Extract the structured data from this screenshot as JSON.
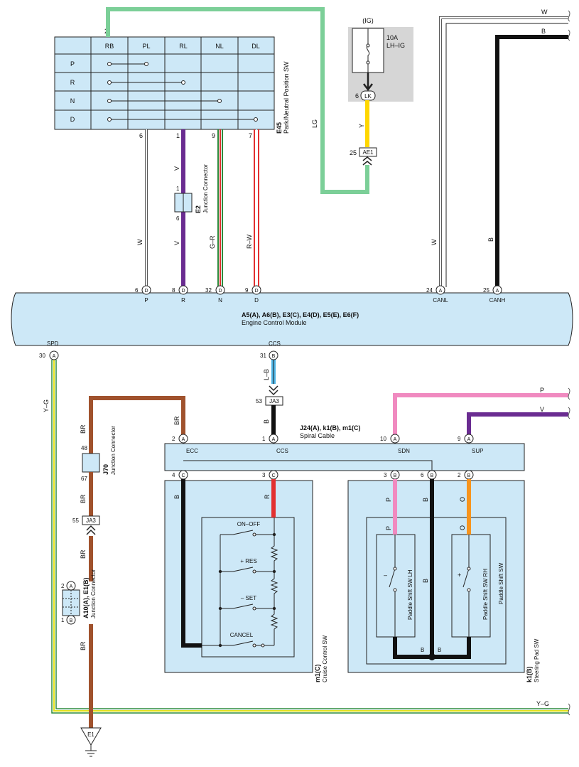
{
  "switch_table": {
    "pin": "2",
    "columns": [
      "RB",
      "PL",
      "RL",
      "NL",
      "DL"
    ],
    "rows": [
      "P",
      "R",
      "N",
      "D"
    ],
    "code": "E45",
    "name": "Park/Neutral Position SW",
    "pins": [
      {
        "pin": "6",
        "wire": "W",
        "color": "#ffffff"
      },
      {
        "pin": "1",
        "wire": "V",
        "color": "#6a2c91"
      },
      {
        "pin": "9",
        "wire": "G–R",
        "color": "#2e8b3c"
      },
      {
        "pin": "7",
        "wire": "R–W",
        "color": "#e23030"
      }
    ]
  },
  "lg_wire": "LG",
  "fuse": {
    "circuit": "(IG)",
    "rating": "10A",
    "name": "LH–IG",
    "pin": "6",
    "connector": "LK",
    "wire": "Y",
    "conn_pin": "25",
    "conn_name": "AE1"
  },
  "junction_e2": {
    "code": "E2",
    "name": "Junction Connector",
    "pin_top": "1",
    "pin_bottom": "6",
    "wire_top": "V",
    "wire_bottom": "V"
  },
  "can": {
    "w_label": "W",
    "b_label": "B",
    "canl_wire": "W",
    "canh_wire": "B"
  },
  "ecm": {
    "codes": "A5(A), A6(B), E3(C), E4(D), E5(E), E6(F)",
    "name": "Engine Control Module",
    "top_terminals": [
      {
        "pin": "6",
        "conn": "D",
        "label": "P"
      },
      {
        "pin": "8",
        "conn": "D",
        "label": "R"
      },
      {
        "pin": "32",
        "conn": "D",
        "label": "N"
      },
      {
        "pin": "9",
        "conn": "D",
        "label": "D"
      },
      {
        "pin": "24",
        "conn": "A",
        "label": "CANL"
      },
      {
        "pin": "25",
        "conn": "A",
        "label": "CANH"
      }
    ],
    "spd": {
      "pin": "30",
      "conn": "A",
      "label": "SPD"
    },
    "ccs": {
      "pin": "31",
      "conn": "B",
      "label": "CCS"
    }
  },
  "ccs_wire": {
    "wire_top": "L–B",
    "pin": "53",
    "conn": "JA3",
    "wire_bottom": "B"
  },
  "spiral": {
    "codes": "J24(A), k1(B), m1(C)",
    "name": "Spiral Cable",
    "top": [
      {
        "pin": "2",
        "conn": "A",
        "label": "ECC"
      },
      {
        "pin": "1",
        "conn": "A",
        "label": "CCS"
      },
      {
        "pin": "10",
        "conn": "A",
        "label": "SDN"
      },
      {
        "pin": "9",
        "conn": "A",
        "label": "SUP"
      }
    ],
    "bottom": [
      {
        "pin": "4",
        "conn": "C"
      },
      {
        "pin": "3",
        "conn": "C"
      },
      {
        "pin": "3",
        "conn": "B"
      },
      {
        "pin": "6",
        "conn": "B"
      },
      {
        "pin": "2",
        "conn": "B"
      }
    ]
  },
  "pv": {
    "p": "P",
    "v": "V"
  },
  "ground_path": {
    "br1": "BR",
    "br_top": "BR",
    "j70_top": "48",
    "j70_bottom": "67",
    "j70_code": "J70",
    "j70_name": "Junction Connector",
    "br2": "BR",
    "ja3_pin": "55",
    "ja3": "JA3",
    "br3": "BR",
    "a10_top_pin": "2",
    "a10_top_conn": "A",
    "a10_bottom_pin": "1",
    "a10_bottom_conn": "B",
    "a10_code": "A10(A), E1(B)",
    "a10_name": "Junction Connector",
    "br4": "BR",
    "ground": "E1",
    "yg": "Y–G",
    "yg2": "Y–G"
  },
  "cruise": {
    "code": "m1(C)",
    "name": "Cruise Control SW",
    "wire_b": "B",
    "wire_r": "R",
    "switches": [
      "ON–OFF",
      "+ RES",
      "– SET",
      "CANCEL"
    ]
  },
  "steering": {
    "code": "k1(B)",
    "name": "Steering Pad SW",
    "wires": {
      "p1": "P",
      "p2": "P",
      "b1": "B",
      "b2": "B",
      "o1": "O",
      "o2": "O",
      "bb1": "B",
      "bb2": "B"
    },
    "paddle_lh": "Paddle Shift SW LH",
    "paddle_rh": "Paddle Shift SW RH",
    "paddle": "Paddle Shift SW",
    "minus": "–",
    "plus": "+"
  }
}
